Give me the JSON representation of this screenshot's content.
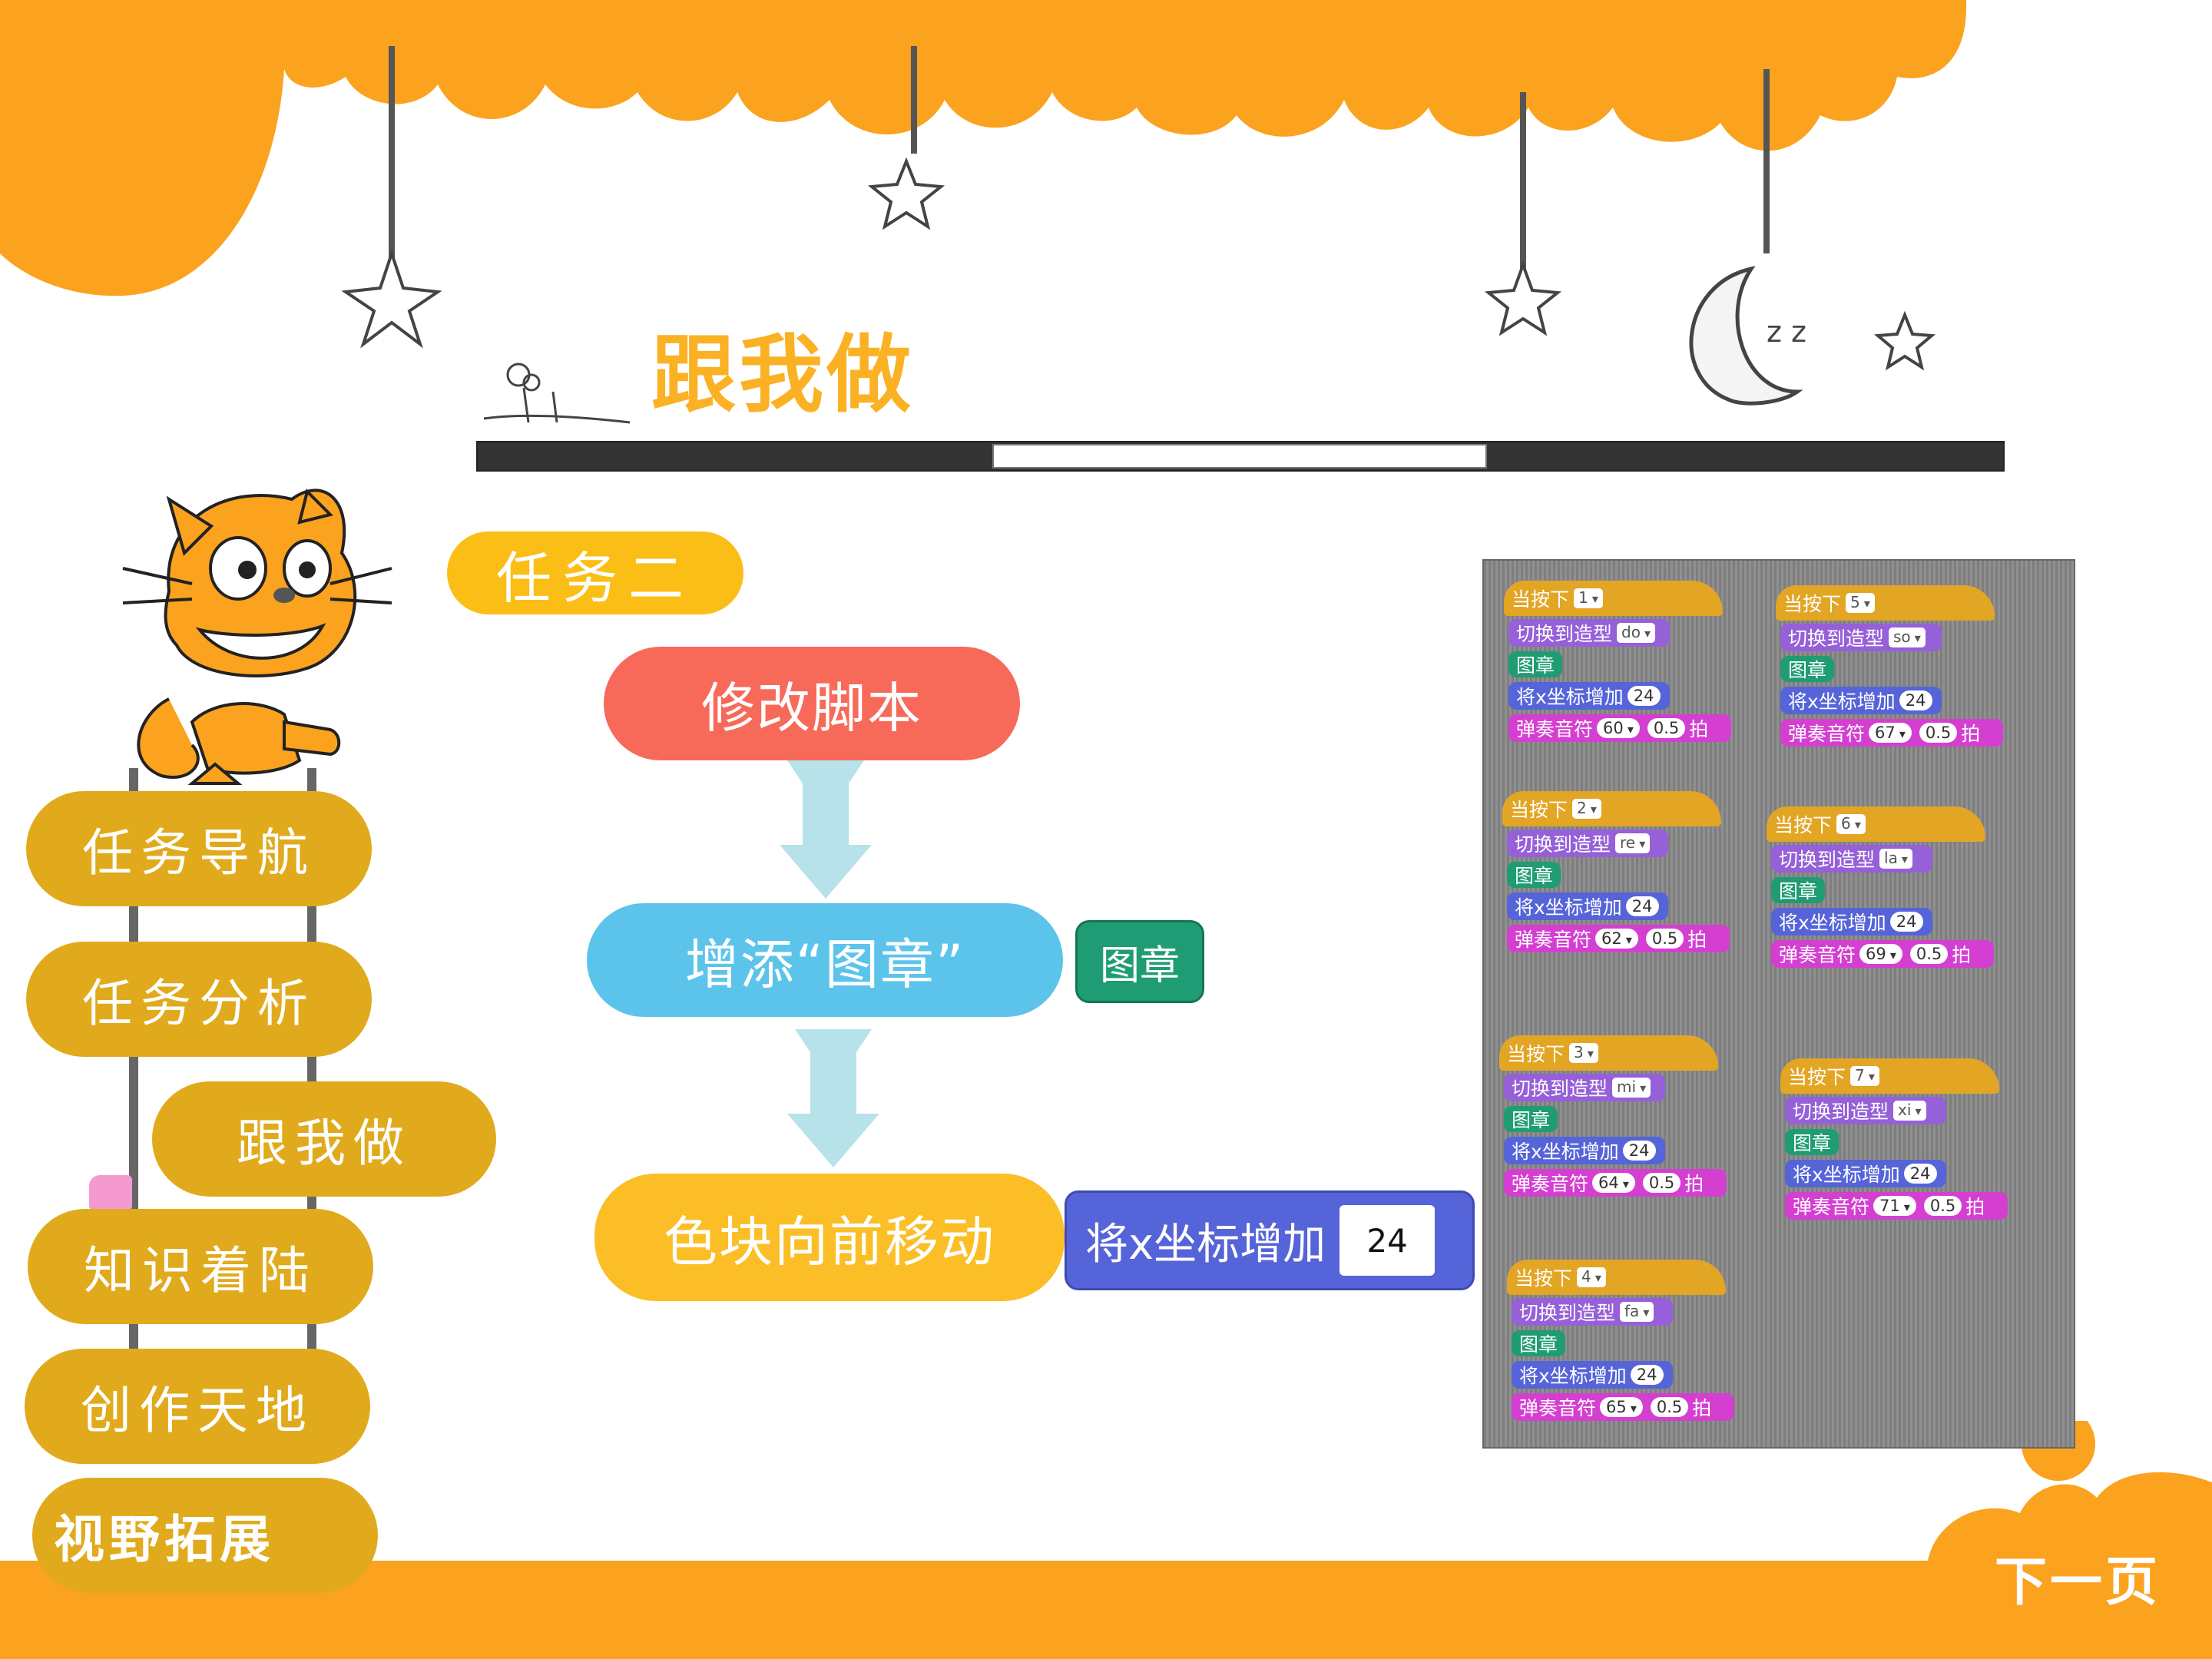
{
  "header": {
    "title": "跟我做"
  },
  "task_badge": "任务二",
  "nav": {
    "items": [
      {
        "label": "任务导航"
      },
      {
        "label": "任务分析"
      },
      {
        "label": "跟我做"
      },
      {
        "label": "知识着陆"
      },
      {
        "label": "创作天地"
      },
      {
        "label": "视野拓展"
      }
    ]
  },
  "flow": {
    "step1": "修改脚本",
    "step2": "增添“图章”",
    "step3": "色块向前移动",
    "stamp_block": "图章",
    "move_block": "将x坐标增加",
    "move_value": "24"
  },
  "scripts": {
    "labels": {
      "when_key": "当按下",
      "switch_costume": "切换到造型",
      "stamp": "图章",
      "change_x": "将x坐标增加",
      "play_note": "弹奏音符",
      "beats_unit": "拍"
    },
    "items": [
      {
        "key": "1",
        "costume": "do",
        "dx": "24",
        "note": "60",
        "beats": "0.5"
      },
      {
        "key": "2",
        "costume": "re",
        "dx": "24",
        "note": "62",
        "beats": "0.5"
      },
      {
        "key": "3",
        "costume": "mi",
        "dx": "24",
        "note": "64",
        "beats": "0.5"
      },
      {
        "key": "4",
        "costume": "fa",
        "dx": "24",
        "note": "65",
        "beats": "0.5"
      },
      {
        "key": "5",
        "costume": "so",
        "dx": "24",
        "note": "67",
        "beats": "0.5"
      },
      {
        "key": "6",
        "costume": "la",
        "dx": "24",
        "note": "69",
        "beats": "0.5"
      },
      {
        "key": "7",
        "costume": "xi",
        "dx": "24",
        "note": "71",
        "beats": "0.5"
      }
    ]
  },
  "next_button": "下一页",
  "colors": {
    "orange": "#fba21f",
    "nav_gold": "#e0aa1c",
    "red": "#f76a5a",
    "blue": "#5cc4ea",
    "yellow": "#fbbe26"
  }
}
